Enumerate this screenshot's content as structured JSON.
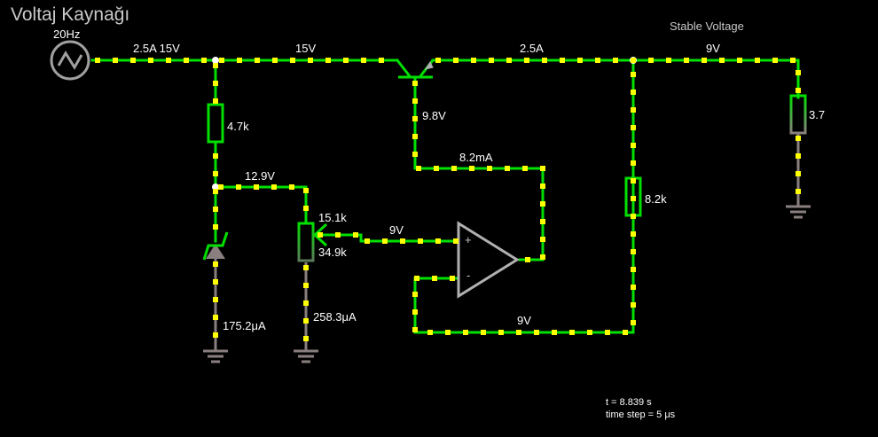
{
  "title": "Voltaj Kaynağı",
  "colors": {
    "background": "#000000",
    "wire_live": "#00e000",
    "wire_ground": "#8a7f7f",
    "current_dot": "#ffff00",
    "component_gray": "#b0b0b0",
    "text": "#ffffff",
    "title_text": "#c8c8c8"
  },
  "source": {
    "icon": "ac-source-icon",
    "frequency": "20Hz"
  },
  "labels": {
    "source_wire": "2.5A 15V",
    "top_wire": "15V",
    "transistor_base": "9.8V",
    "emitter_wire": "2.5A",
    "output_wire": "9V",
    "output_title": "Stable Voltage",
    "r1": "4.7k",
    "zener_node": "12.9V",
    "pot_top": "15.1k",
    "pot_bottom": "34.9k",
    "opamp_plus_wire": "9V",
    "opamp_out_wire": "8.2mA",
    "feedback_wire": "9V",
    "r2": "8.2k",
    "load": "3.7",
    "zener_current": "175.2μA",
    "pot_current": "258.3μA"
  },
  "opamp": {
    "plus": "+",
    "minus": "-"
  },
  "status": {
    "time": "t = 8.839 s",
    "time_step": "time step = 5 μs"
  }
}
